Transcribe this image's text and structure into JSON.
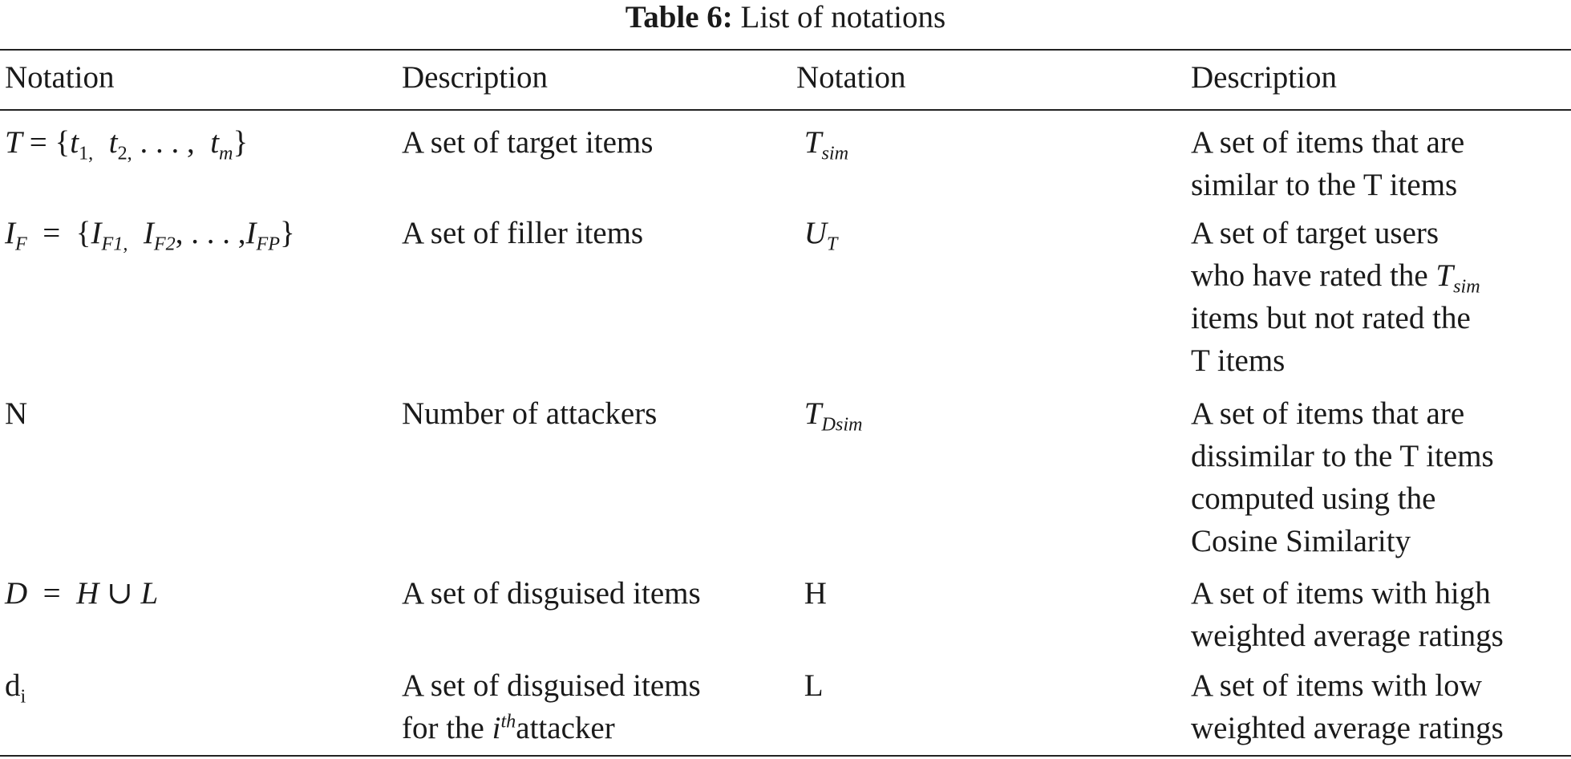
{
  "caption": {
    "label": "Table 6:",
    "title": "List of notations"
  },
  "headers": [
    "Notation",
    "Description",
    "Notation",
    "Description"
  ],
  "rows": [
    {
      "notation_left": "T = {t1, t2, . . . , tm}",
      "description_left": [
        "A set of target items"
      ],
      "notation_right": "Tsim",
      "description_right": [
        "A set of items that are",
        "similar to the T items"
      ]
    },
    {
      "notation_left": "IF = {IF1, IF2, . . . , IFP}",
      "description_left": [
        "A set of filler items"
      ],
      "notation_right": "UT",
      "description_right": [
        "A set of target users",
        "who have rated the Tsim",
        "items but not rated the",
        "T items"
      ]
    },
    {
      "notation_left": "N",
      "description_left": [
        "Number of attackers"
      ],
      "notation_right": "TDsim",
      "description_right": [
        "A set of items that are",
        "dissimilar to the T items",
        "computed using the",
        "Cosine Similarity"
      ]
    },
    {
      "notation_left": "D = H ∪ L",
      "description_left": [
        "A set of disguised items"
      ],
      "notation_right": "H",
      "description_right": [
        "A set of items with high",
        "weighted average ratings"
      ]
    },
    {
      "notation_left": "di",
      "description_left": [
        "A set of disguised items",
        "for the ith attacker"
      ],
      "notation_right": "L",
      "description_right": [
        "A set of items with low",
        "weighted average ratings"
      ]
    }
  ],
  "math_tokens": {
    "T": "T",
    "eq": "=",
    "lbrace": "{",
    "rbrace": "}",
    "comma": ",",
    "dots": ". . . ,",
    "t": "t",
    "sub1": "1,",
    "sub2": "2,",
    "subm": "m",
    "I": "I",
    "F": "F",
    "F1": "F1,",
    "F2": "F2",
    "FP": "FP",
    "sim": "sim",
    "U": "U",
    "Dsim": "Dsim",
    "D": "D",
    "H": "H",
    "cup": "∪",
    "L": "L",
    "d": "d",
    "i": "i",
    "th": "th",
    "desc_ith_prefix": "for the ",
    "desc_ith_suffix": "attacker",
    "desc_tsim_prefix": "who have rated the "
  }
}
